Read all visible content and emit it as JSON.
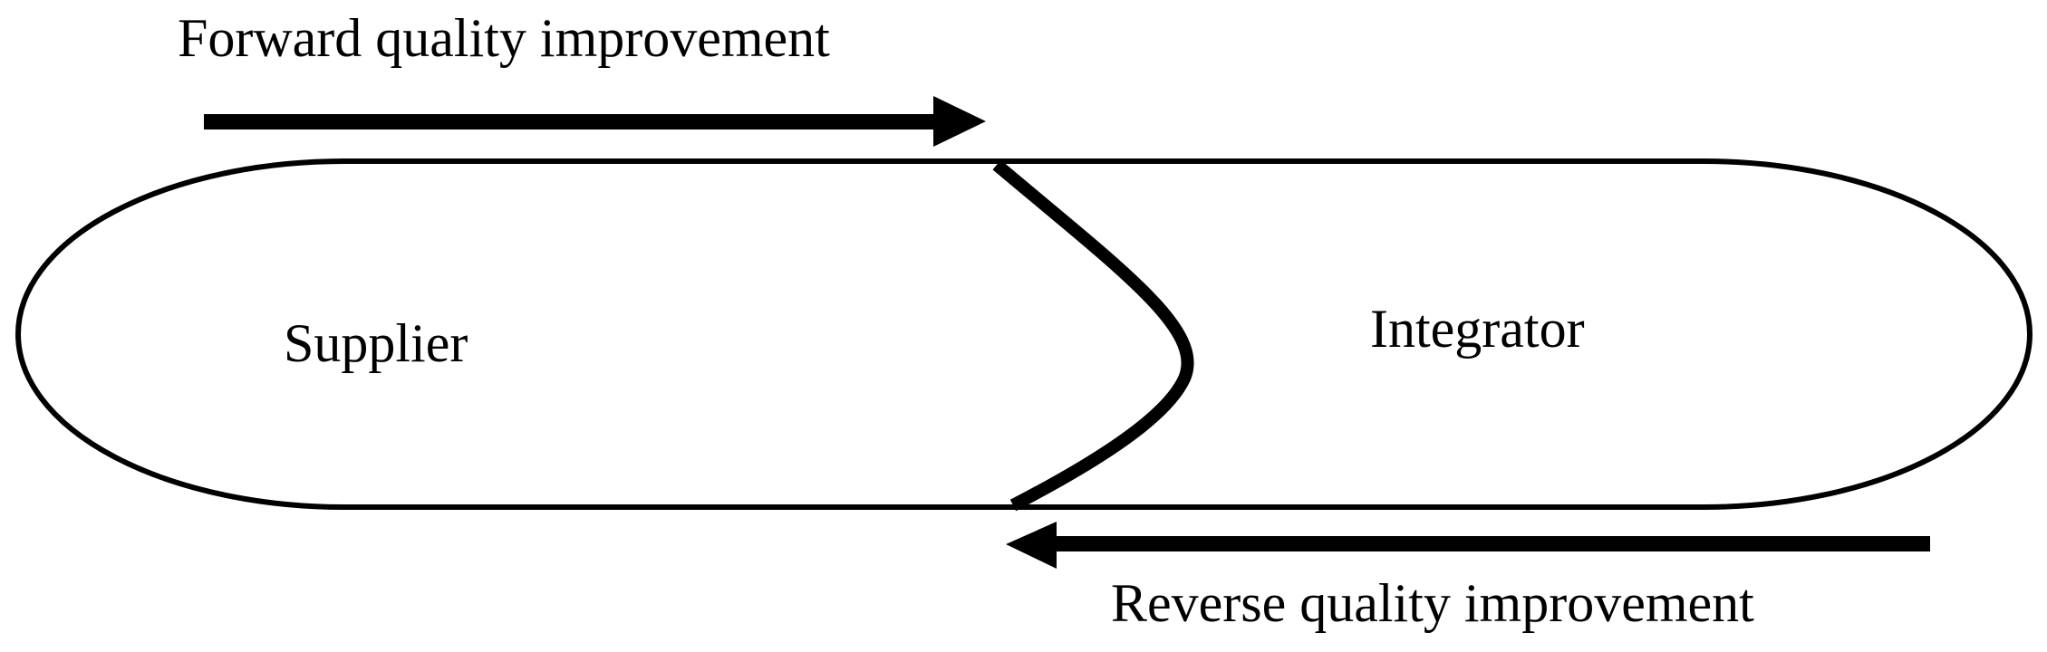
{
  "labels": {
    "forward": "Forward quality improvement",
    "reverse": "Reverse quality improvement",
    "supplier": "Supplier",
    "integrator": "Integrator"
  },
  "colors": {
    "line": "#000000",
    "background": "#ffffff"
  }
}
